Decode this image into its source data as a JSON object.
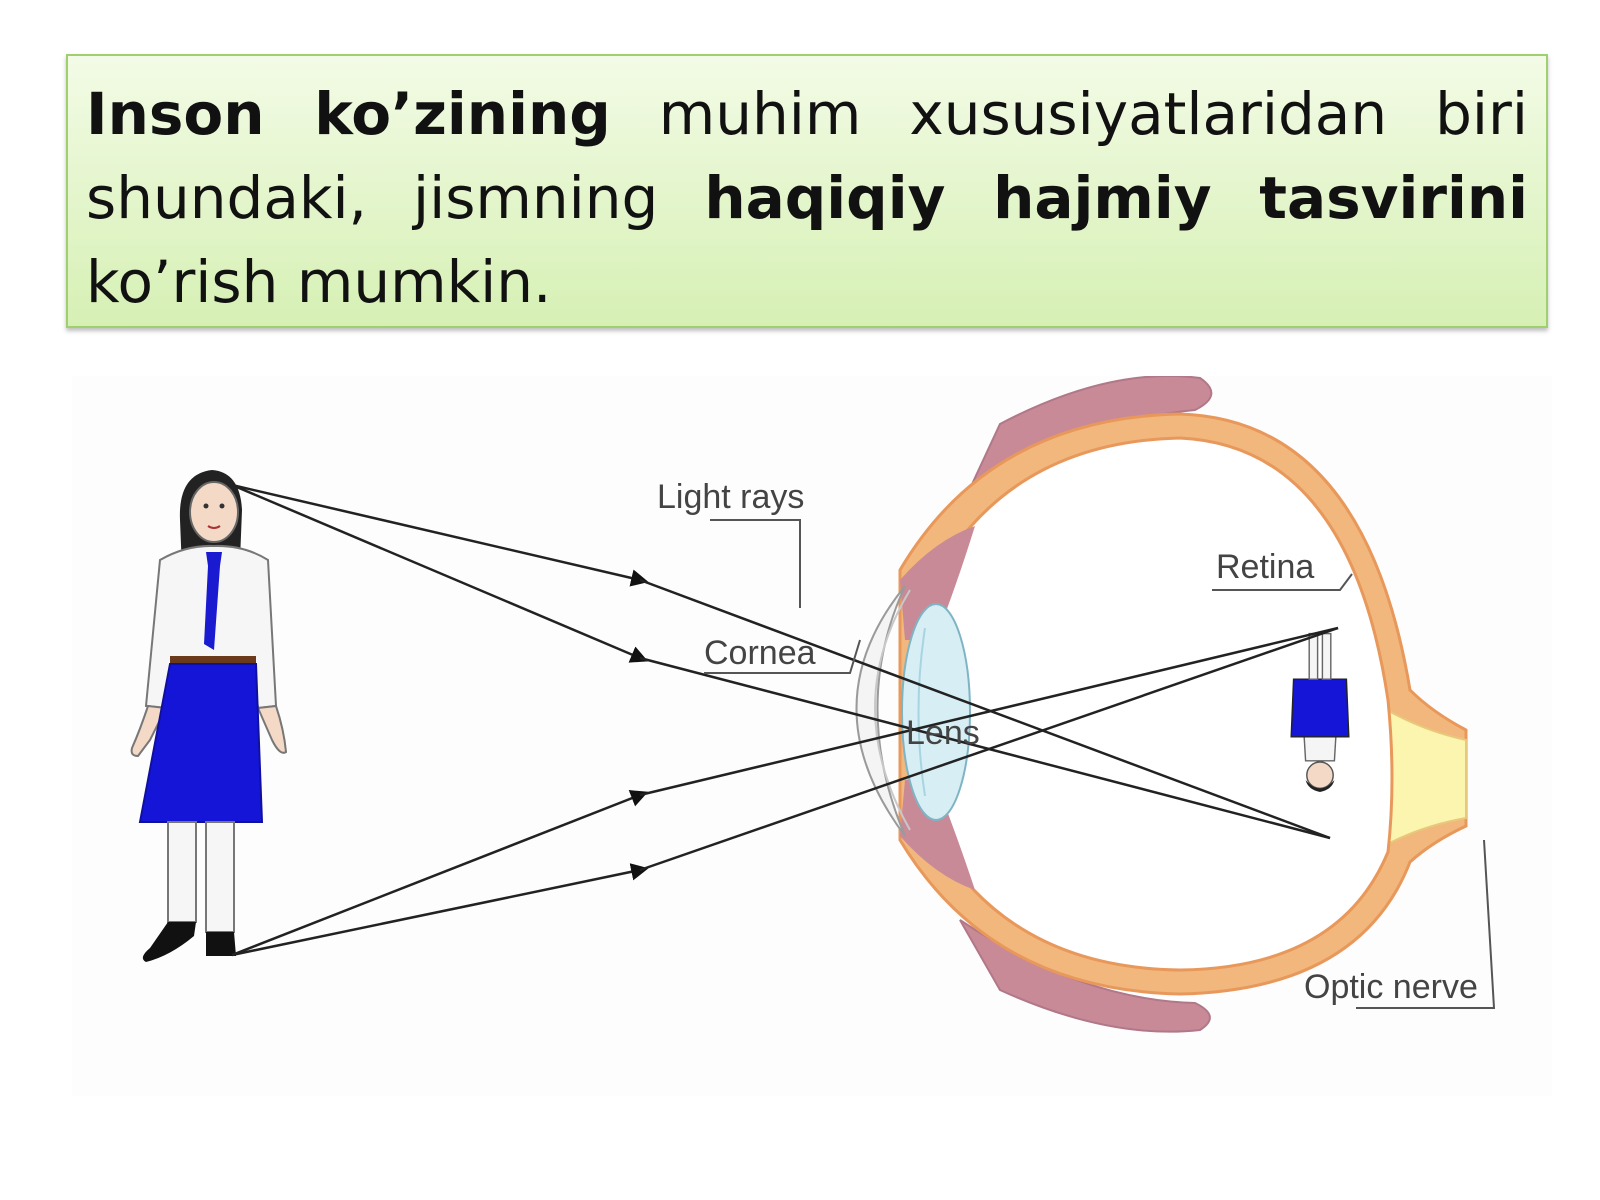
{
  "headline": {
    "seg1_bold": "Inson ko’zining",
    "seg2": " muhim xususiyatlaridan biri shundaki, jismning ",
    "seg3_bold": "haqiqiy hajmiy tasvirini",
    "seg4": " ko’rish mumkin."
  },
  "diagram": {
    "labels": {
      "light_rays": "Light rays",
      "cornea": "Cornea",
      "lens": "Lens",
      "retina": "Retina",
      "optic_nerve": "Optic nerve"
    },
    "colors": {
      "sclera": "#f2b77c",
      "sclera_edge": "#e8985a",
      "iris": "#c98a98",
      "optic_nerve": "#fbf5b0",
      "lens": "#d6eef4",
      "skirt": "#1515d8",
      "tie": "#1a1ad0"
    }
  }
}
